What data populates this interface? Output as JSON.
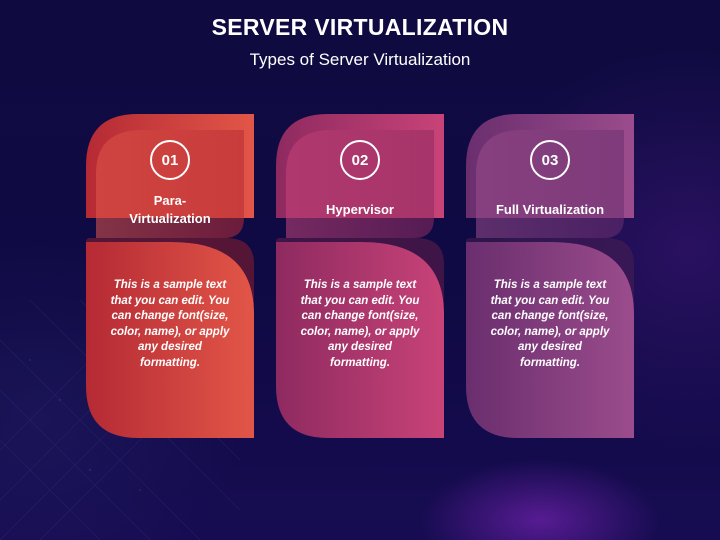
{
  "slide": {
    "title": "SERVER VIRTUALIZATION",
    "subtitle": "Types of Server Virtualization"
  },
  "cards": [
    {
      "number": "01",
      "title_line1": "Para-",
      "title_line2": "Virtualization",
      "text": "This is a sample text that you can edit. You can change font(size, color, name), or apply any desired formatting.",
      "color_dark": "#b52a34",
      "color_light": "#e25648"
    },
    {
      "number": "02",
      "title_line1": "Hypervisor",
      "title_line2": "",
      "text": "This is a sample text that you can edit. You can change font(size, color, name), or apply any desired formatting.",
      "color_dark": "#8e2a60",
      "color_light": "#c84378"
    },
    {
      "number": "03",
      "title_line1": "Full Virtualization",
      "title_line2": "",
      "text": "This is a sample text that you can edit. You can change font(size, color, name), or apply any desired formatting.",
      "color_dark": "#6a2e6e",
      "color_light": "#9b4c8c"
    }
  ]
}
